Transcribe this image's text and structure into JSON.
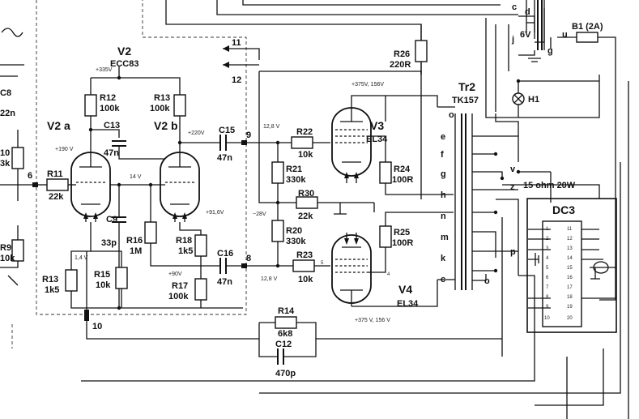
{
  "labels": {
    "v2": "V2",
    "ecc83": "ECC83",
    "v2a": "V2 a",
    "v2b": "V2 b",
    "v3": "V3",
    "el34_top": "EL34",
    "v4": "V4",
    "el34_bot": "EL34",
    "tr2": "Tr2",
    "tk157": "TK157",
    "b1": "B1 (2A)",
    "h1": "H1",
    "dc3": "DC3",
    "out15": "15 ohm 20W",
    "c8": "C8",
    "c8v": "22n",
    "r10": "10",
    "r10v": "3k",
    "r9": "R9",
    "r9v": "10k"
  },
  "components": {
    "r12": "R12",
    "r12v": "100k",
    "r13t": "R13",
    "r13tv": "100k",
    "c13": "C13",
    "c13v": "47n",
    "r11": "R11",
    "r11v": "22k",
    "c9": "C9",
    "c9v": "33p",
    "r16": "R16",
    "r16v": "1M",
    "r18": "R18",
    "r18v": "1k5",
    "r15": "R15",
    "r15v": "10k",
    "r13b": "R13",
    "r13bv": "1k5",
    "r17": "R17",
    "r17v": "100k",
    "c15": "C15",
    "c15v": "47n",
    "c16": "C16",
    "c16v": "47n",
    "r26": "R26",
    "r26v": "220R",
    "r22": "R22",
    "r22v": "10k",
    "r21": "R21",
    "r21v": "330k",
    "r30": "R30",
    "r30v": "22k",
    "r20": "R20",
    "r20v": "330k",
    "r23": "R23",
    "r23v": "10k",
    "r24": "R24",
    "r24v": "100R",
    "r25": "R25",
    "r25v": "100R",
    "r14": "R14",
    "r14v": "6k8",
    "c12": "C12",
    "c12v": "470p"
  },
  "voltages": {
    "v335": "+335V",
    "v190": "+190 V",
    "v220": "+220V",
    "v14": "14 V",
    "v916": "+91,6V",
    "v90": "+90V",
    "v14b": "1,4 V",
    "v128a": "12,8 V",
    "v128b": "12,8 V",
    "vm28": "~28V",
    "v375top": "+375V, 156V",
    "v375bot": "+375 V, 156 V"
  },
  "nodes": {
    "n6": "6",
    "n9": "9",
    "n8": "8",
    "n10": "10",
    "n11": "11",
    "n12": "12",
    "n5": "5",
    "n4": "4"
  },
  "taps": {
    "c": "c",
    "d": "d",
    "j": "j",
    "g": "g",
    "u": "u",
    "v6": "6V",
    "o": "o",
    "e": "e",
    "f": "f",
    "g2": "g",
    "h": "h",
    "n": "n",
    "m": "m",
    "k": "k",
    "c2": "c",
    "o2": "o",
    "v": "v",
    "z": "z",
    "p": "p"
  },
  "dc3_pins": {
    "left": [
      "1",
      "2",
      "3",
      "4",
      "5",
      "6",
      "7",
      "8",
      "9",
      "10"
    ],
    "right": [
      "11",
      "12",
      "13",
      "14",
      "15",
      "16",
      "17",
      "18",
      "19",
      "20"
    ]
  }
}
